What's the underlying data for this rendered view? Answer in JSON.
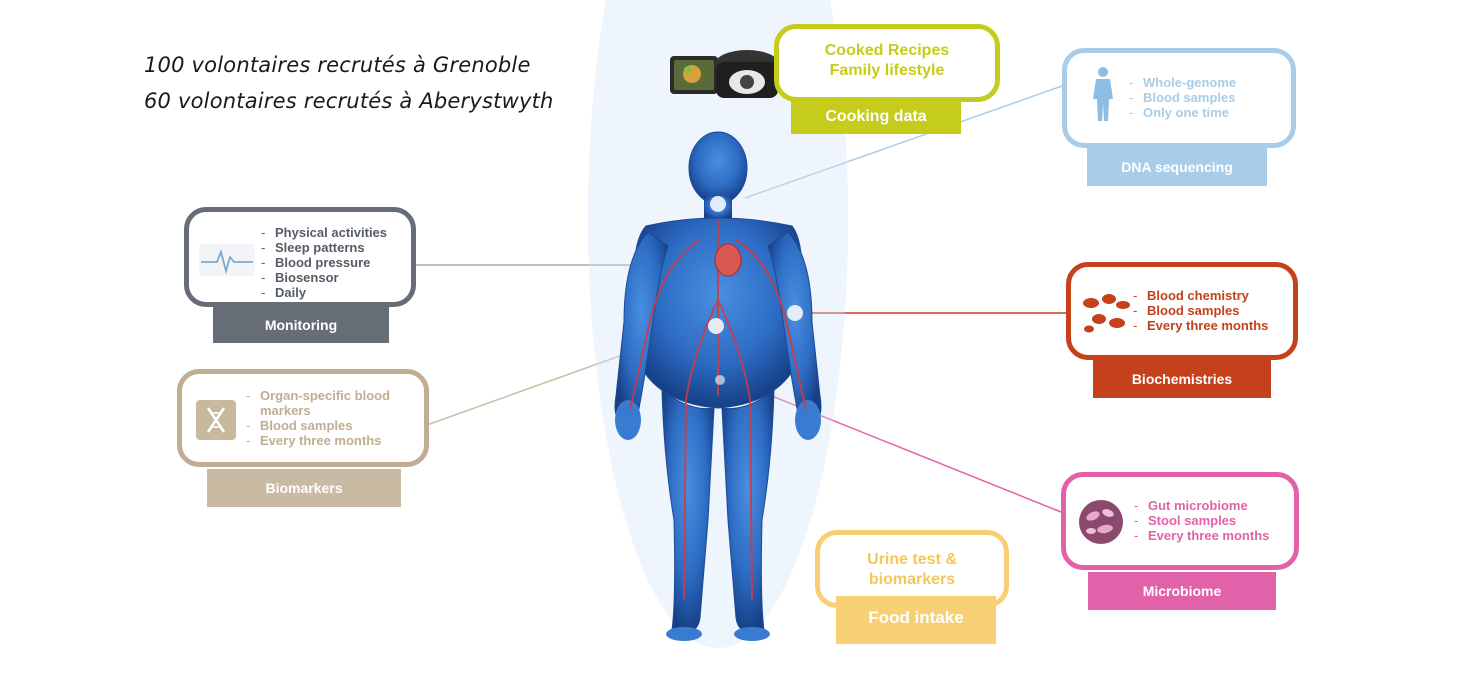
{
  "intro": {
    "line1": "100 volontaires recrutés à Grenoble",
    "line2": "60 volontaires recrutés à Aberystwyth"
  },
  "panels": {
    "cooking": {
      "label": "Cooking data",
      "lines": [
        "Cooked Recipes",
        "Family lifestyle"
      ],
      "color": "#c6cc1b"
    },
    "dna": {
      "label": "DNA sequencing",
      "items": [
        "Whole-genome",
        "Blood samples",
        "Only one time"
      ],
      "color": "#a9cde8",
      "icon": "human-figure-icon"
    },
    "monitoring": {
      "label": "Monitoring",
      "items": [
        "Physical activities",
        "Sleep patterns",
        "Blood pressure",
        "Biosensor",
        "Daily"
      ],
      "color": "#666d76",
      "icon": "heartbeat-icon"
    },
    "biochem": {
      "label": "Biochemistries",
      "items": [
        "Blood chemistry",
        "Blood samples",
        "Every three months"
      ],
      "color": "#c5411c",
      "icon": "blood-cells-icon"
    },
    "biomarkers": {
      "label": "Biomarkers",
      "items": [
        "Organ-specific blood markers",
        "Blood samples",
        "Every three months"
      ],
      "color": "#bfae93",
      "icon": "dna-icon"
    },
    "microbiome": {
      "label": "Microbiome",
      "items": [
        "Gut microbiome",
        "Stool samples",
        "Every three months"
      ],
      "color": "#e262a9",
      "icon": "microbe-icon"
    },
    "food": {
      "label": "Food intake",
      "lines": [
        "Urine test &",
        "biomarkers"
      ],
      "color": "#f8cf75"
    }
  },
  "body_icon": "human-anatomy-icon",
  "device_icon": "cooking-device-icon"
}
